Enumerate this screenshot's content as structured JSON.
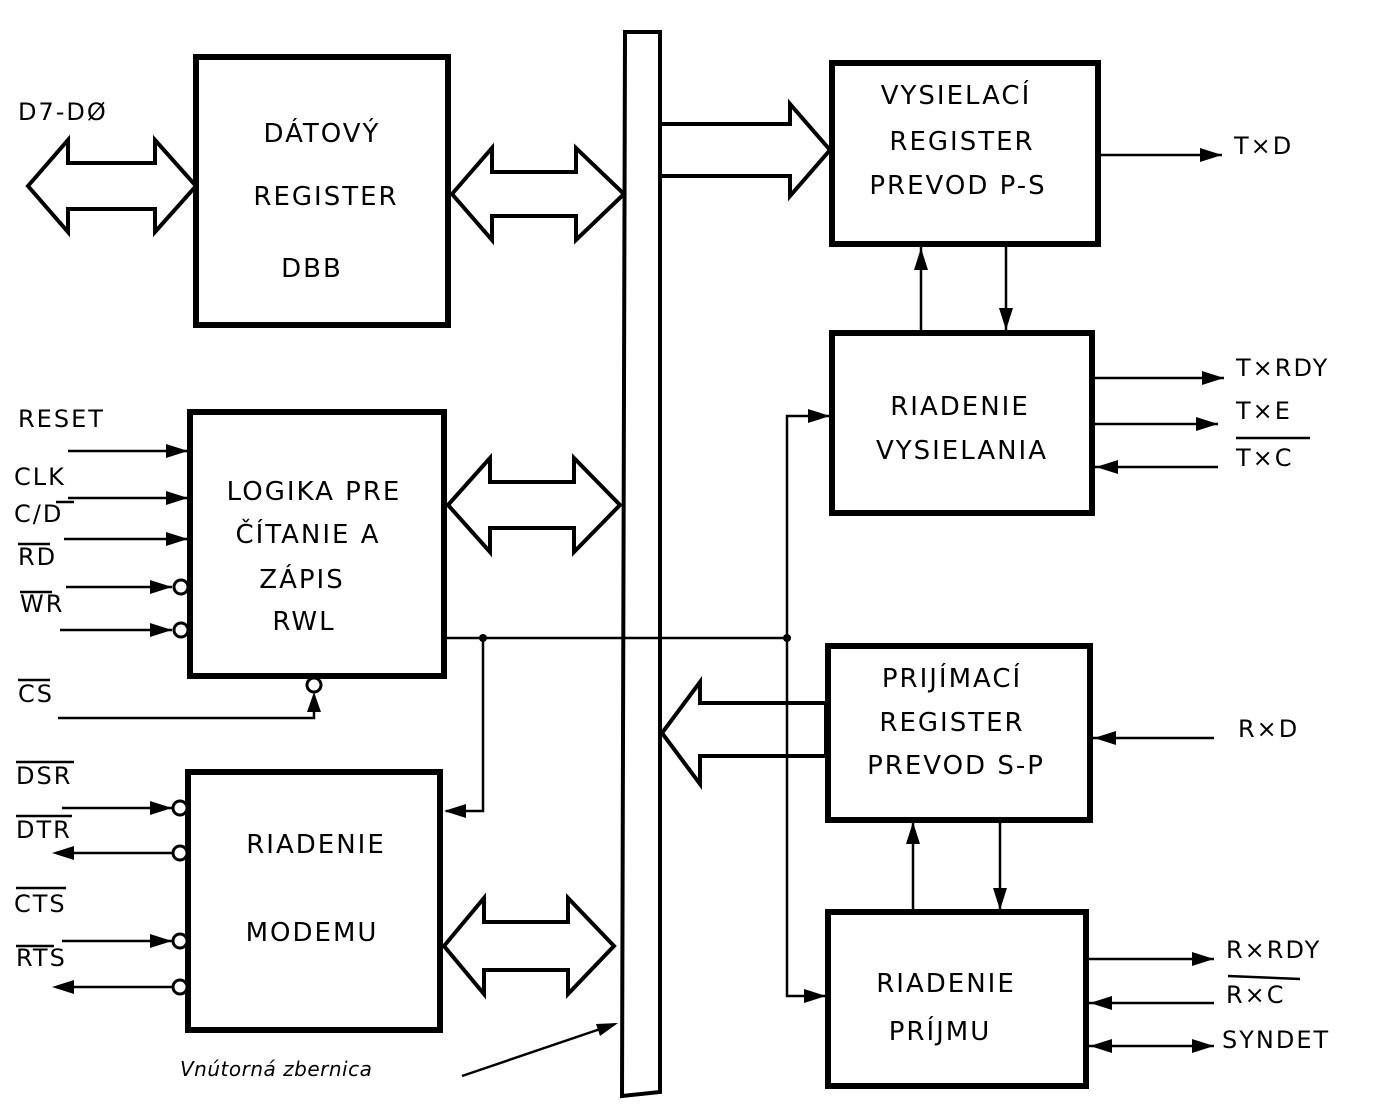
{
  "colors": {
    "ink": "#000000",
    "paper": "#ffffff"
  },
  "blocks": {
    "dbb": {
      "lines": [
        "DÁTOVÝ",
        "REGISTER",
        "DBB"
      ]
    },
    "rwl": {
      "lines": [
        "LOGIKA PRE",
        "ČÍTANIE A",
        "ZÁPIS",
        "RWL"
      ]
    },
    "modem": {
      "lines": [
        "RIADENIE",
        "MODEMU"
      ]
    },
    "tx_reg": {
      "lines": [
        "VYSIELACÍ",
        "REGISTER",
        "PREVOD P-S"
      ]
    },
    "tx_ctrl": {
      "lines": [
        "RIADENIE",
        "VYSIELANIA"
      ]
    },
    "rx_reg": {
      "lines": [
        "PRIJÍMACÍ",
        "REGISTER",
        "PREVOD S-P"
      ]
    },
    "rx_ctrl": {
      "lines": [
        "RIADENIE",
        "PRÍJMU"
      ]
    }
  },
  "signals": {
    "data_bus": "D7-DØ",
    "reset": "RESET",
    "clk": "CLK",
    "cd": "C/D",
    "rd": "RD",
    "wr": "WR",
    "cs": "CS",
    "dsr": "DSR",
    "dtr": "DTR",
    "cts": "CTS",
    "rts": "RTS",
    "txd": "T×D",
    "txrdy": "T×RDY",
    "txe": "T×E",
    "txc": "T×C",
    "rxd": "R×D",
    "rxrdy": "R×RDY",
    "rxc": "R×C",
    "syndet": "SYNDET"
  },
  "annotations": {
    "internal_bus": "Vnútorná zbernica"
  }
}
